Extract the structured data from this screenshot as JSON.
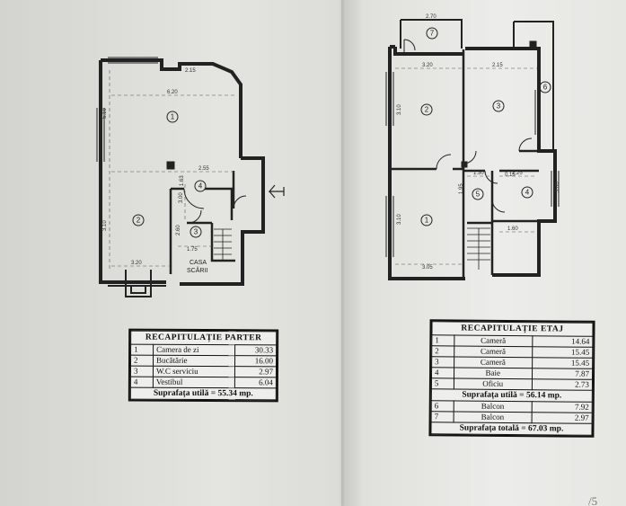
{
  "left_plan": {
    "rooms": [
      "1",
      "2",
      "3",
      "4"
    ],
    "stair_label_line1": "CASA",
    "stair_label_line2": "SCĂRII",
    "dims": [
      "2.15",
      "6.20",
      "5.10",
      "2.55",
      "3.10",
      "1.75",
      "3.20",
      "3.00",
      "1.63",
      "2.60"
    ]
  },
  "right_plan": {
    "rooms": [
      "1",
      "2",
      "3",
      "4",
      "5",
      "6",
      "7"
    ],
    "dims": [
      "2.70",
      "3.20",
      "2.15",
      "3.10",
      "3.10",
      "3.05",
      "1.30",
      "2.25",
      "1.95",
      "0.15",
      "1.60",
      "3.00"
    ]
  },
  "table_parter": {
    "title": "RECAPITULAȚIE PARTER",
    "rows": [
      {
        "nr": "1",
        "name": "Camera de zi",
        "area": "30.33"
      },
      {
        "nr": "2",
        "name": "Bucătărie",
        "area": "16.00"
      },
      {
        "nr": "3",
        "name": "W.C serviciu",
        "area": "2.97"
      },
      {
        "nr": "4",
        "name": "Vestibul",
        "area": "6.04"
      }
    ],
    "total": "Suprafața utilă = 55.34 mp."
  },
  "table_etaj": {
    "title": "RECAPITULAȚIE ETAJ",
    "rows": [
      {
        "nr": "1",
        "name": "Cameră",
        "area": "14.64"
      },
      {
        "nr": "2",
        "name": "Cameră",
        "area": "15.45"
      },
      {
        "nr": "3",
        "name": "Cameră",
        "area": "15.45"
      },
      {
        "nr": "4",
        "name": "Baie",
        "area": "7.87"
      },
      {
        "nr": "5",
        "name": "Oficiu",
        "area": "2.73"
      }
    ],
    "total_util": "Suprafața utilă = 56.14 mp.",
    "balcony_rows": [
      {
        "nr": "6",
        "name": "Balcon",
        "area": "7.92"
      },
      {
        "nr": "7",
        "name": "Balcon",
        "area": "2.97"
      }
    ],
    "total_total": "Suprafața totală = 67.03 mp."
  },
  "corner_mark": "/5"
}
